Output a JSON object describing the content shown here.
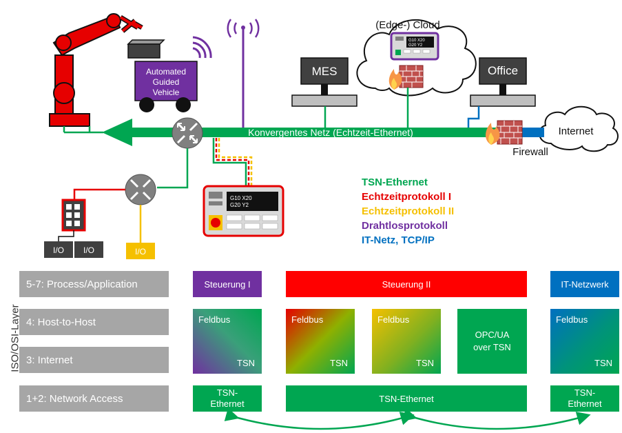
{
  "network": {
    "bus_label": "Konvergentes Netz (Echtzeit-Ethernet)",
    "agv_line1": "Automated",
    "agv_line2": "Guided",
    "agv_line3": "Vehicle",
    "mes_label": "MES",
    "office_label": "Office",
    "cloud_label": "(Edge-) Cloud",
    "internet_label": "Internet",
    "firewall_label": "Firewall",
    "io_label": "I/O",
    "plc_line1": "G10 X20",
    "plc_line2": "G20 Y2"
  },
  "legend": {
    "tsn": {
      "label": "TSN-Ethernet",
      "color": "#00a651"
    },
    "rt1": {
      "label": "Echtzeitprotokoll I",
      "color": "#e60000"
    },
    "rt2": {
      "label": "Echtzeitprotokoll II",
      "color": "#f5c000"
    },
    "wireless": {
      "label": "Drahtlosprotokoll",
      "color": "#7030a0"
    },
    "it": {
      "label": "IT-Netz, TCP/IP",
      "color": "#0070c0"
    }
  },
  "osi": {
    "axis_label": "ISO/OSI-Layer",
    "layers": [
      "5-7: Process/Application",
      "4: Host-to-Host",
      "3: Internet",
      "1+2: Network Access"
    ]
  },
  "stack": {
    "steuerung1": "Steuerung I",
    "steuerung2": "Steuerung II",
    "it_netzwerk": "IT-Netzwerk",
    "feldbus": "Feldbus",
    "tsn": "TSN",
    "opcua_line1": "OPC/UA",
    "opcua_line2": "over TSN",
    "tsn_eth_line1": "TSN-",
    "tsn_eth_line2": "Ethernet",
    "tsn_ethernet": "TSN-Ethernet"
  }
}
